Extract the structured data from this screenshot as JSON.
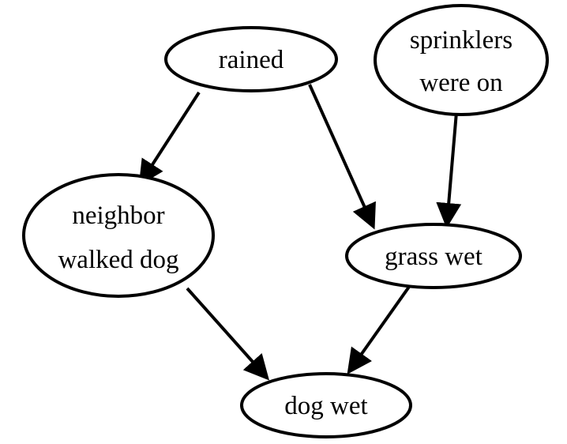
{
  "diagram": {
    "nodes": {
      "rained": {
        "lines": [
          "rained"
        ]
      },
      "sprinklers": {
        "lines": [
          "sprinklers",
          "were on"
        ]
      },
      "neighbor": {
        "lines": [
          "neighbor",
          "walked dog"
        ]
      },
      "grass": {
        "lines": [
          "grass wet"
        ]
      },
      "dog": {
        "lines": [
          "dog wet"
        ]
      }
    },
    "edges": [
      {
        "from": "rained",
        "to": "neighbor"
      },
      {
        "from": "rained",
        "to": "grass"
      },
      {
        "from": "sprinklers",
        "to": "grass"
      },
      {
        "from": "neighbor",
        "to": "dog"
      },
      {
        "from": "grass",
        "to": "dog"
      }
    ]
  }
}
